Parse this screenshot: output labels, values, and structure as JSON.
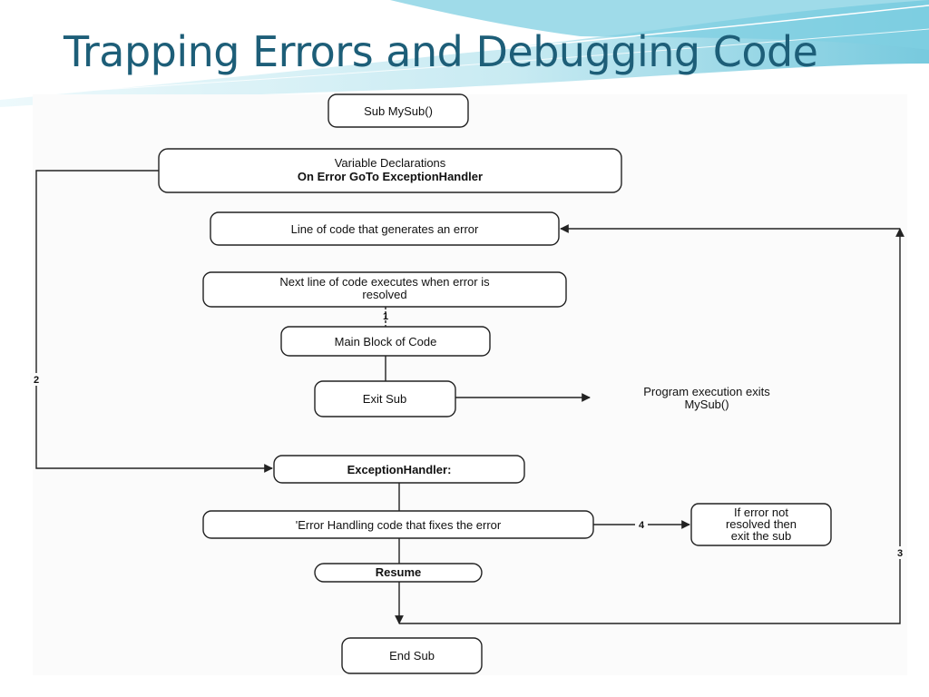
{
  "slide": {
    "title": "Trapping Errors and Debugging Code"
  },
  "flowchart": {
    "nodes": {
      "sub_start": "Sub MySub()",
      "declarations": [
        "Variable Declarations",
        "On Error GoTo ExceptionHandler"
      ],
      "error_line": "Line of code that generates an error",
      "next_line": [
        "Next line of code executes when error is",
        "resolved"
      ],
      "main_block": "Main Block of Code",
      "exit_sub": "Exit Sub",
      "exception_handler": "ExceptionHandler:",
      "error_handling": "'Error Handling code that fixes the error",
      "not_resolved": [
        "If error not",
        "resolved then",
        "exit the sub"
      ],
      "resume": "Resume",
      "end_sub": "End Sub"
    },
    "exit_note": [
      "Program execution exits",
      "MySub()"
    ],
    "step_labels": {
      "one": "1",
      "two": "2",
      "three": "3",
      "four": "4"
    }
  },
  "colors": {
    "title": "#1d5e78",
    "swoosh_light": "#bfe7f0",
    "swoosh_mid": "#5fc0d8",
    "line": "#222222",
    "node_fill": "#ffffff"
  }
}
